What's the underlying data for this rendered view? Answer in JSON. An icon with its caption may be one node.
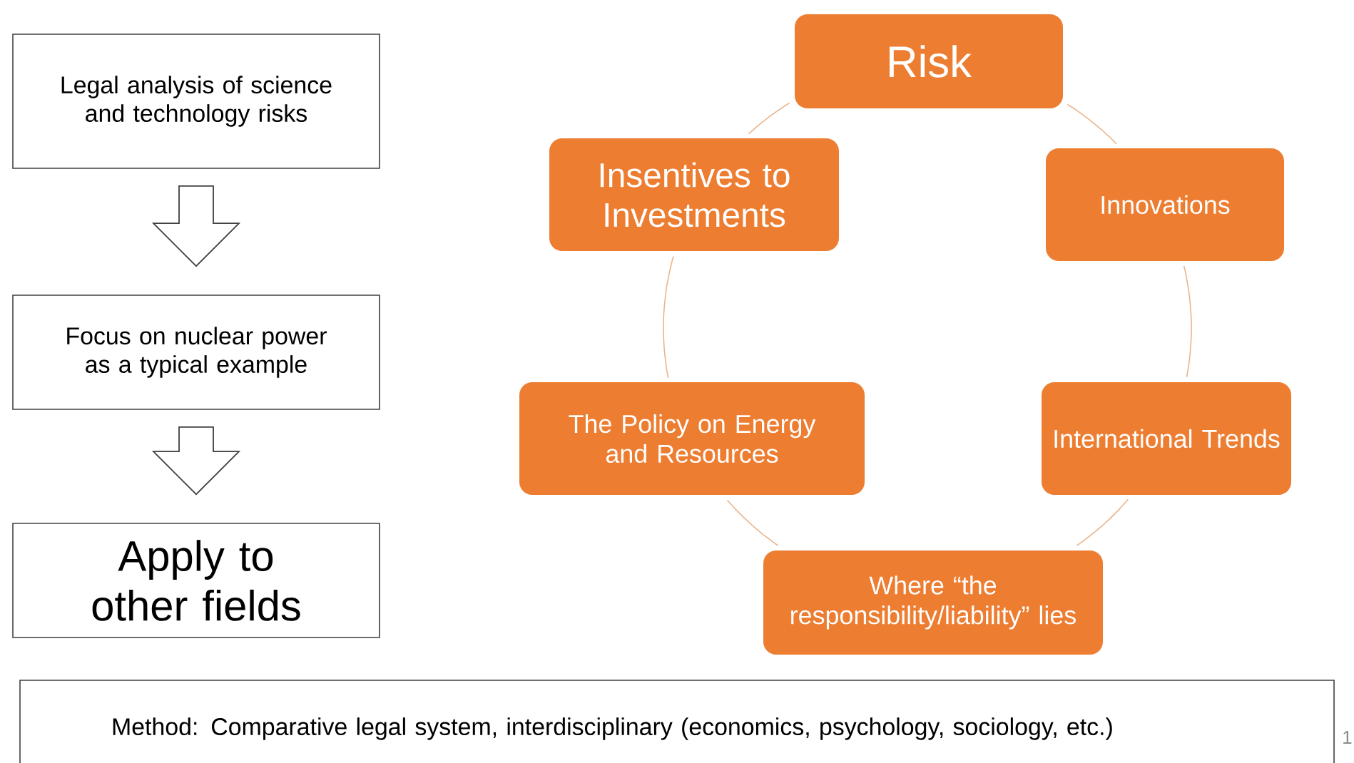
{
  "diagram": {
    "nodes": [
      {
        "text": [
          "Legal analysis of science and technology risks"
        ]
      },
      {
        "text": [
          "Focus on nuclear power as a typical example"
        ]
      },
      {
        "text": [
          "Apply to other fields"
        ]
      },
      {
        "text": [
          "Risk"
        ]
      },
      {
        "text": [
          "Innovations"
        ]
      },
      {
        "text": [
          "International Trends"
        ]
      },
      {
        "text": [
          "Where “the responsibility/liability” lies"
        ]
      },
      {
        "text": [
          "The Policy on Energy and  Resources"
        ]
      },
      {
        "text": [
          "Insentives to Investments"
        ]
      },
      {
        "text": [
          "Method: Comparative legal system, interdisciplinary (economics, psychology, sociology, etc.)"
        ]
      }
    ],
    "edges": [
      {
        "from": 0,
        "to": 1,
        "arrow": "to",
        "color": "#404040"
      },
      {
        "from": 1,
        "to": 2,
        "arrow": "to",
        "color": "#404040"
      },
      {
        "from": 3,
        "to": 4,
        "arrow": "none"
      },
      {
        "from": 4,
        "to": 5,
        "arrow": "none"
      },
      {
        "from": 5,
        "to": 6,
        "arrow": "none"
      },
      {
        "from": 6,
        "to": 7,
        "arrow": "none"
      },
      {
        "from": 7,
        "to": 8,
        "arrow": "none"
      },
      {
        "from": 8,
        "to": 3,
        "arrow": "none"
      }
    ],
    "labels": [
      "1"
    ]
  }
}
